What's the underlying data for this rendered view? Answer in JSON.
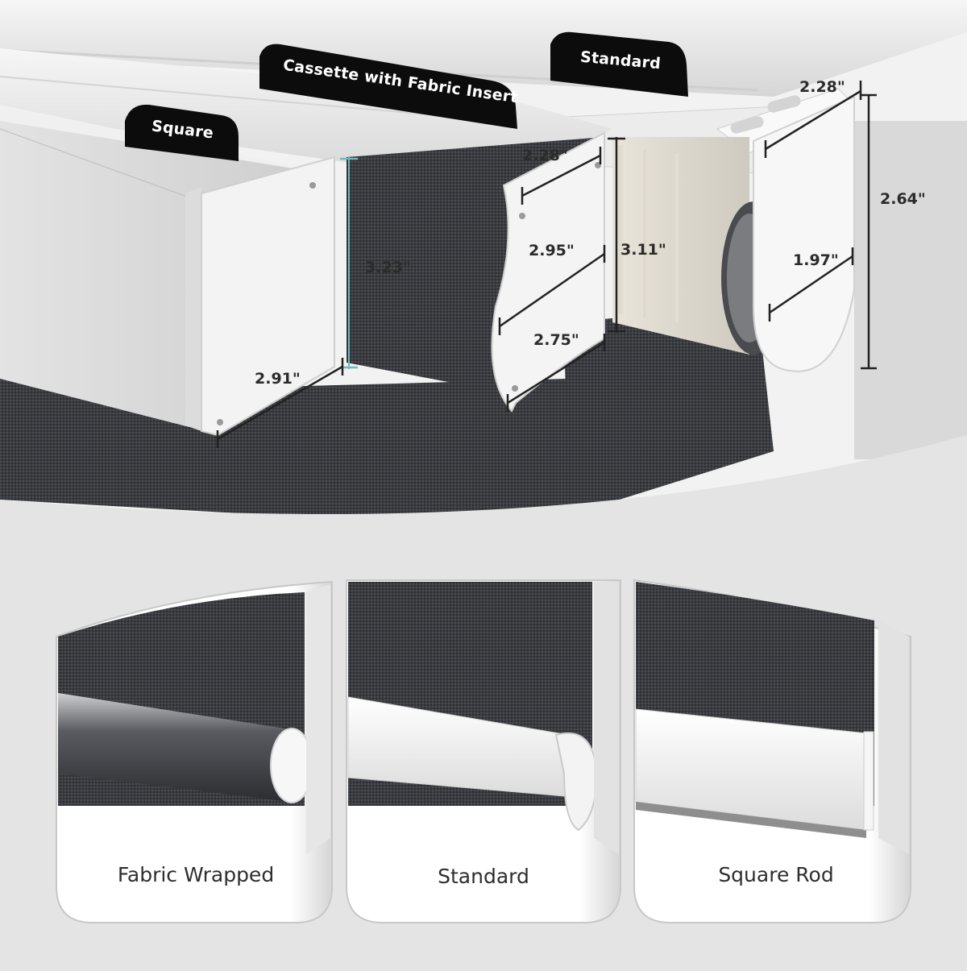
{
  "headrail_labels": {
    "square": "Square",
    "cassette": "Cassette with Fabric Insert",
    "standard": "Standard"
  },
  "dimensions": {
    "square_height": "3.23\"",
    "square_depth": "2.91\"",
    "cassette_top": "2.28\"",
    "cassette_diag": "2.95\"",
    "cassette_height": "3.11\"",
    "cassette_bottom": "2.75\"",
    "standard_top": "2.28\"",
    "standard_height": "2.64\"",
    "standard_inner": "1.97\""
  },
  "bottom_rails": [
    {
      "label": "Fabric Wrapped"
    },
    {
      "label": "Standard"
    },
    {
      "label": "Square Rod"
    }
  ],
  "colors": {
    "fabric": "#3a3b3f",
    "label_bg": "#0c0c0c",
    "metal": "#ededed",
    "dimension_line": "#222222",
    "accent_line": "#6fb7bf"
  }
}
